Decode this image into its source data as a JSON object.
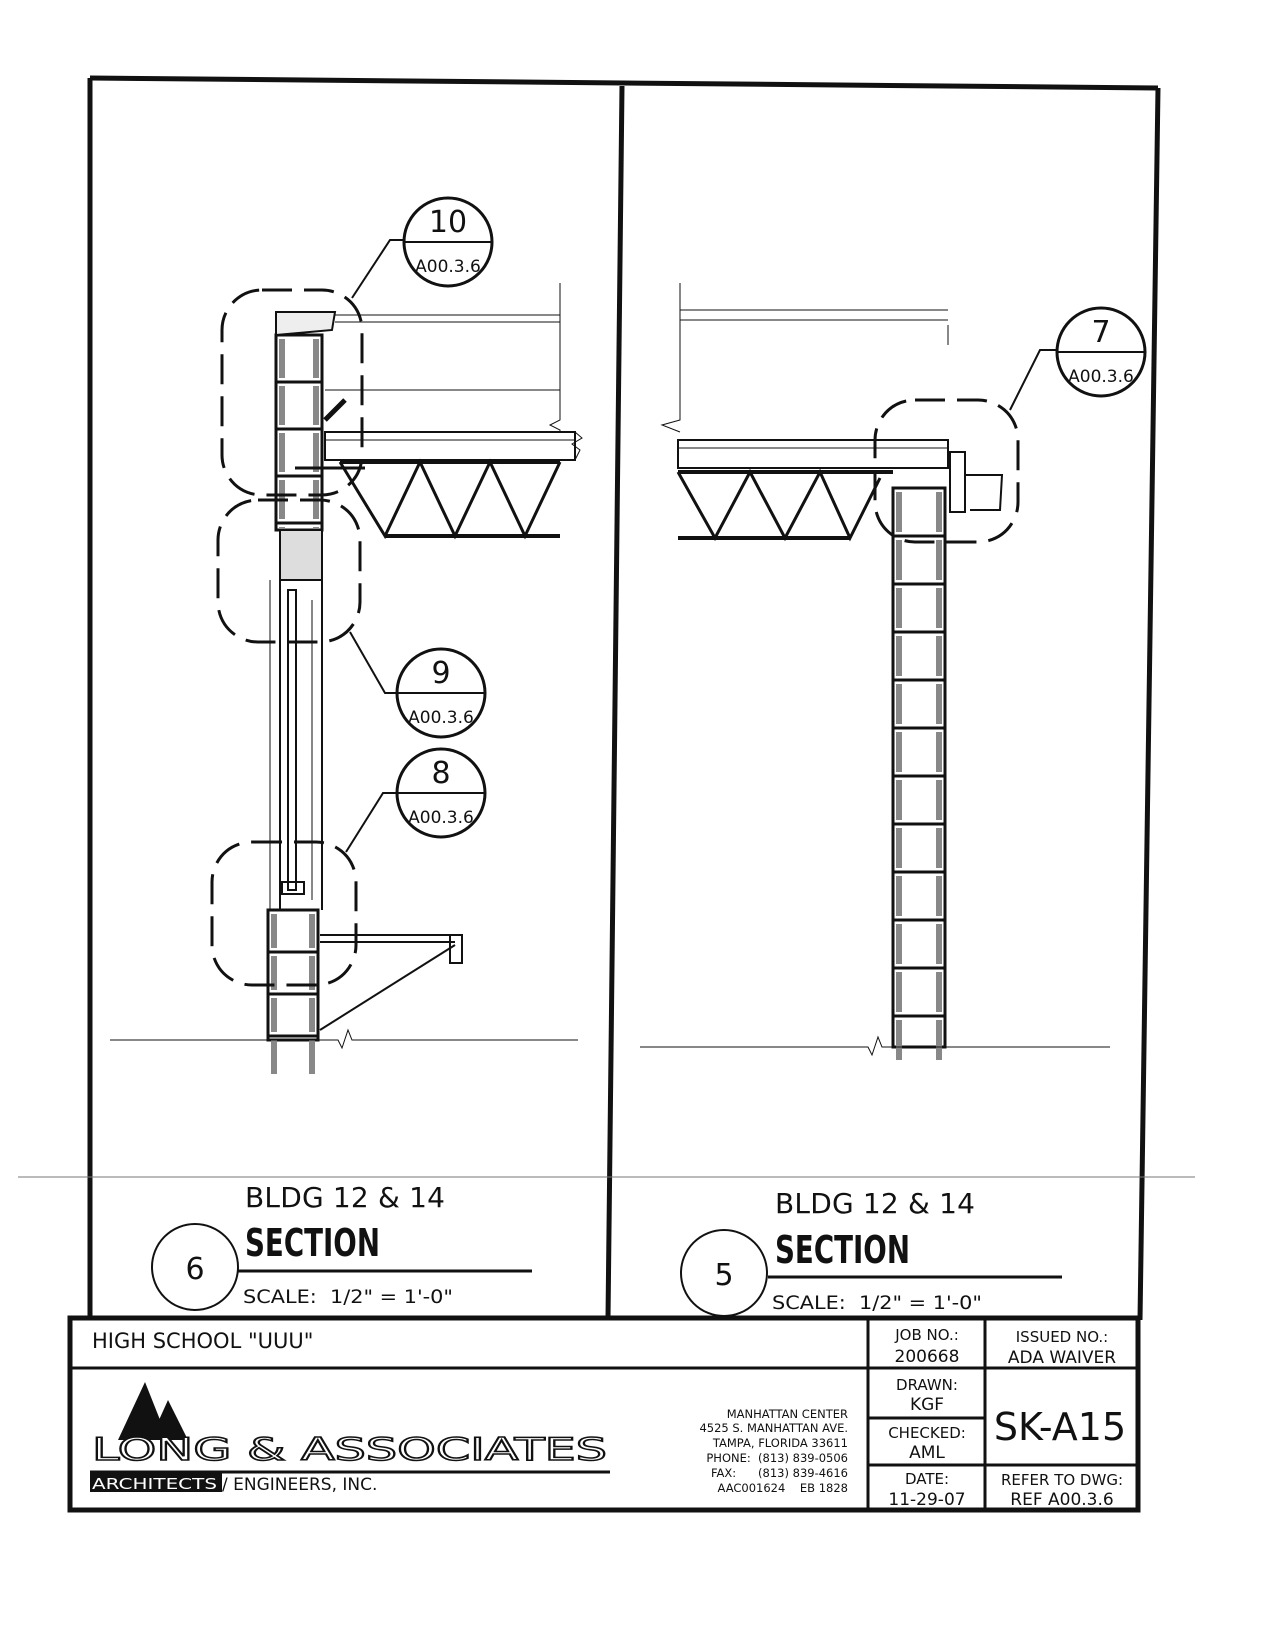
{
  "sections": [
    {
      "number": "6",
      "building": "BLDG 12 & 14",
      "title": "SECTION",
      "scale": "SCALE:  1/2\" = 1'-0\""
    },
    {
      "number": "5",
      "building": "BLDG 12 & 14",
      "title": "SECTION",
      "scale": "SCALE:  1/2\" = 1'-0\""
    }
  ],
  "callouts": [
    {
      "detail": "10",
      "sheet": "A00.3.6"
    },
    {
      "detail": "9",
      "sheet": "A00.3.6"
    },
    {
      "detail": "8",
      "sheet": "A00.3.6"
    },
    {
      "detail": "7",
      "sheet": "A00.3.6"
    }
  ],
  "title_block": {
    "project": "HIGH SCHOOL \"UUU\"",
    "job_label": "JOB NO.:",
    "job_value": "200668",
    "issued_label": "ISSUED NO.:",
    "issued_value": "ADA WAIVER",
    "drawn_label": "DRAWN:",
    "drawn_value": "KGF",
    "checked_label": "CHECKED:",
    "checked_value": "AML",
    "date_label": "DATE:",
    "date_value": "11-29-07",
    "sheet_number": "SK-A15",
    "refer_label": "REFER TO DWG:",
    "refer_value": "REF A00.3.6",
    "firm_name": "LONG & ASSOCIATES",
    "firm_sub_a": "ARCHITECTS",
    "firm_sub_b": "/ ENGINEERS, INC.",
    "address": [
      "MANHATTAN CENTER",
      "4525 S. MANHATTAN AVE.",
      "TAMPA, FLORIDA 33611",
      "PHONE:  (813) 839-0506",
      "FAX:      (813) 839-4616",
      "AAC001624    EB 1828"
    ]
  }
}
